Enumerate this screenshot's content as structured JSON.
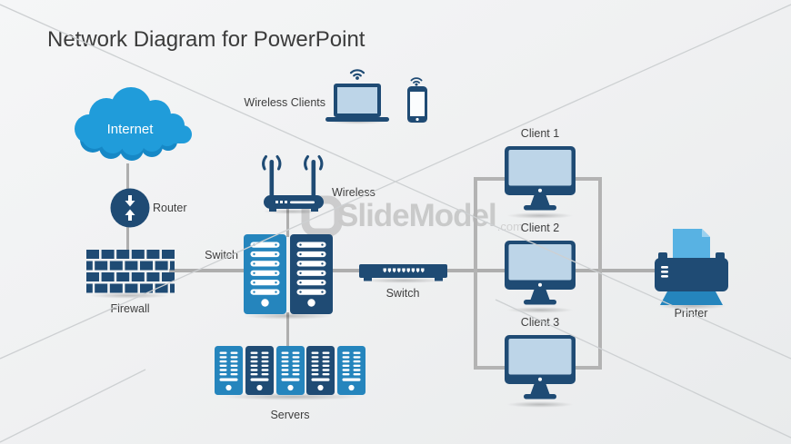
{
  "title": "Network Diagram for PowerPoint",
  "watermark": {
    "name": "SlideModel",
    "tld": ".com"
  },
  "colors": {
    "navy": "#1f4b74",
    "mid_blue": "#2585bd",
    "cloud_blue": "#209cda",
    "screen_blue": "#bdd5e8",
    "paper_blue": "#58b2e3",
    "connector_gray": "#aeaeae",
    "label_gray": "#3e3e3e",
    "background": "#f0f1f2",
    "watermark_gray": "#b3b3b3"
  },
  "icons": {
    "internet": "cloud-icon",
    "router": "router-circle-icon",
    "firewall": "brick-wall-icon",
    "wireless_clients": [
      "laptop-icon",
      "smartphone-icon",
      "wifi-icon"
    ],
    "wireless_router": "wifi-router-icon",
    "tower_switch": "server-tower-icon",
    "rack_switch": "switch-box-icon",
    "servers": "server-rack-icon",
    "clients": "desktop-monitor-icon",
    "printer": "printer-icon"
  },
  "nodes": {
    "internet": {
      "label": "Internet"
    },
    "router": {
      "label": "Router"
    },
    "firewall": {
      "label": "Firewall"
    },
    "wireless_clients": {
      "label": "Wireless Clients"
    },
    "wireless_router": {
      "label": "Wireless"
    },
    "tower_switch": {
      "label": "Switch"
    },
    "rack_switch": {
      "label": "Switch"
    },
    "servers": {
      "label": "Servers"
    },
    "printer": {
      "label": "Printer"
    },
    "clients": [
      {
        "label": "Client 1"
      },
      {
        "label": "Client 2"
      },
      {
        "label": "Client 3"
      }
    ]
  }
}
